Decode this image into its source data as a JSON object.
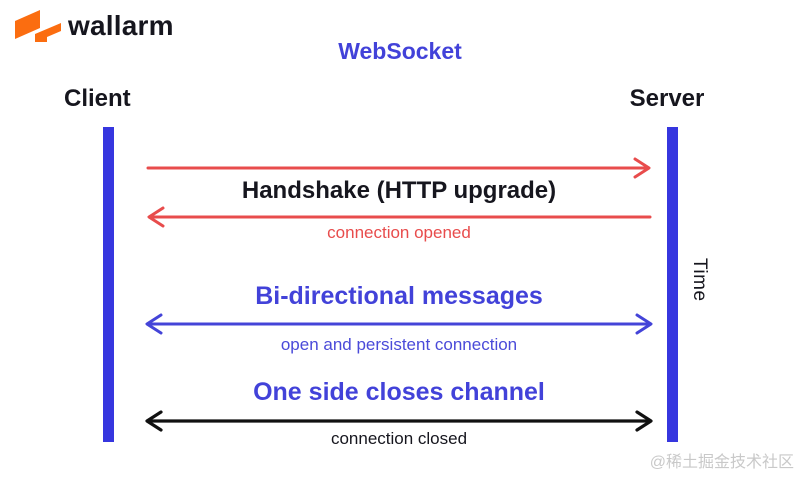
{
  "colors": {
    "ink": "#16161E",
    "red": "#E84C4C",
    "bar_blue": "#3636DF",
    "blue_heading": "#4242D9",
    "blue_text": "#4A4AD9",
    "arrow_blue": "#4444D8",
    "arrow_black": "#111111",
    "orange": "#FB6D10",
    "watermark": "#C9C9C9"
  },
  "logo": {
    "brand": "wallarm",
    "icon": "wallarm-flash-icon"
  },
  "title": "WebSocket",
  "actors": {
    "client": "Client",
    "server": "Server"
  },
  "time_axis_label": "Time",
  "messages": [
    {
      "title": "Handshake (HTTP upgrade)",
      "caption": "connection opened",
      "color": "red",
      "arrows": [
        "client-to-server",
        "server-to-client"
      ]
    },
    {
      "title": "Bi-directional messages",
      "caption": "open and persistent connection",
      "color": "blue",
      "arrows": [
        "bidirectional"
      ]
    },
    {
      "title": "One side closes channel",
      "caption": "connection closed",
      "color": "black",
      "arrows": [
        "bidirectional"
      ]
    }
  ],
  "watermark": "@稀土掘金技术社区"
}
